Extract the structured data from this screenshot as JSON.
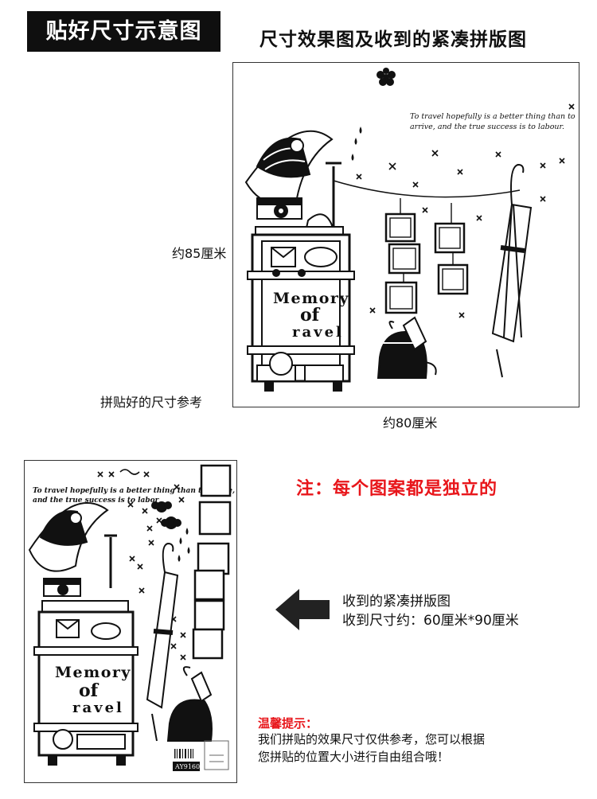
{
  "header": {
    "badge": "贴好尺寸示意图",
    "subtitle": "尺寸效果图及收到的紧凑拼版图"
  },
  "preview": {
    "height_label": "约85厘米",
    "width_label": "约80厘米",
    "caption": "拼贴好的尺寸参考",
    "quote_line1": "To travel hopefully is a better thing than to",
    "quote_line2": "arrive, and the true success is to labour.",
    "trunk_line1": "Memory",
    "trunk_line2": "of",
    "trunk_line3": "ravel"
  },
  "sheet": {
    "quote_line1": "To travel hopefully is a better thing than to arrive,",
    "quote_line2": "and the true success is to labor",
    "trunk_line1": "Memory",
    "trunk_line2": "of",
    "trunk_line3": "ravel",
    "code": "AY9160"
  },
  "notes": {
    "independent": "注：每个图案都是独立的",
    "received_line1": "收到的紧凑拼版图",
    "received_line2": "收到尺寸约：60厘米*90厘米",
    "tip_title": "温馨提示：",
    "tip_line1": "我们拼贴的效果尺寸仅供参考，您可以根据",
    "tip_line2": "您拼贴的位置大小进行自由组合哦！"
  },
  "colors": {
    "badge_bg": "#0f0f0f",
    "accent_red": "#e8161b",
    "ink": "#111111"
  },
  "icons": [
    "arrow-left-icon",
    "flower-icon",
    "camera-icon",
    "hat-icon",
    "umbrella-icon",
    "suitcase-icon",
    "bag-icon",
    "photo-frame-icon"
  ]
}
